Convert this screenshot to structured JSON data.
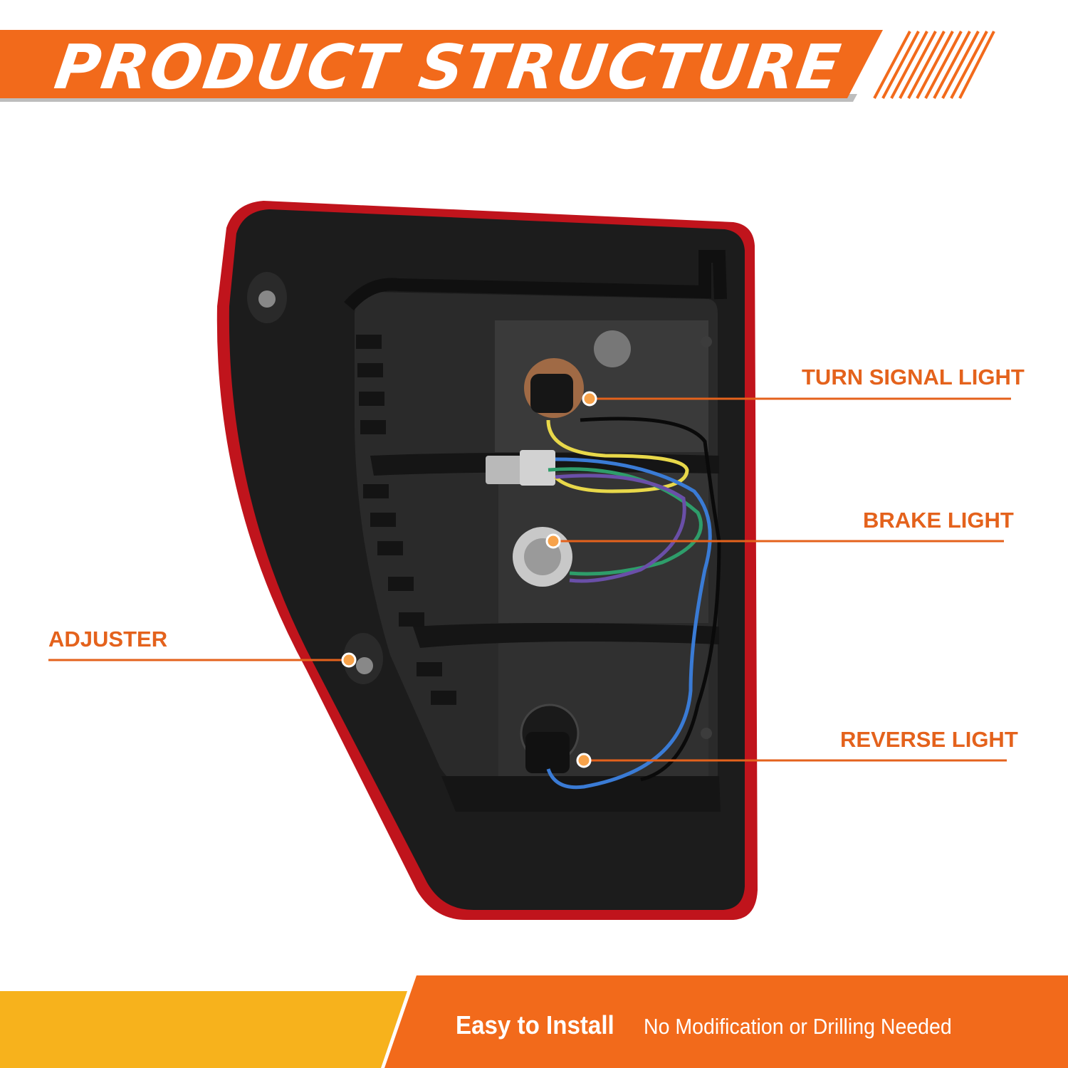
{
  "header": {
    "title": "PRODUCT STRUCTURE"
  },
  "callouts": [
    {
      "label": "TURN SIGNAL LIGHT"
    },
    {
      "label": "BRAKE LIGHT"
    },
    {
      "label": "ADJUSTER"
    },
    {
      "label": "REVERSE LIGHT"
    }
  ],
  "footer": {
    "headline": "Easy to Install",
    "subline": "No Modification or Drilling Needed"
  },
  "colors": {
    "accent": "#f26a1b",
    "callout_text": "#e4621c",
    "footer_yellow": "#f7b21c",
    "lens_red": "#c0141c",
    "housing": "#1a1a1a"
  }
}
